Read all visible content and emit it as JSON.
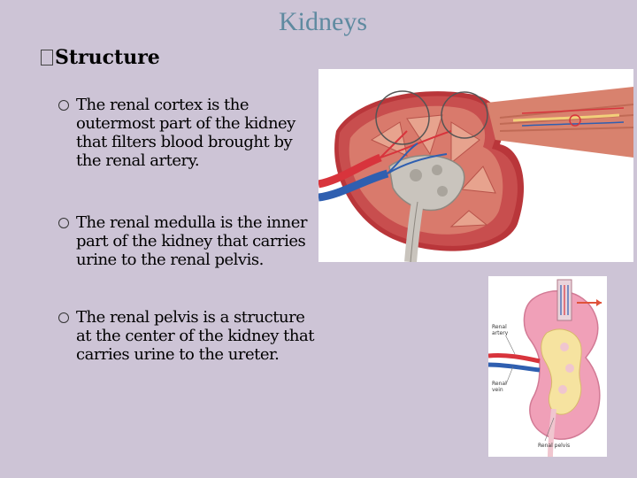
{
  "slide": {
    "title": "Kidneys",
    "heading": "Structure",
    "bullets": [
      "The renal cortex is the outermost part of the kidney that filters blood brought by the renal artery.",
      "The renal medulla is the inner part of the kidney that carries urine to the renal pelvis.",
      "The renal pelvis is a structure at the center of the kidney that carries urine to the ureter."
    ]
  },
  "diagram2": {
    "label_artery": "Renal artery",
    "label_vein": "Renal vein",
    "label_pelvis": "Renal pelvis"
  },
  "colors": {
    "background": "#cdc4d6",
    "title": "#5f8aa0",
    "artery": "#d8343c",
    "vein": "#2f5fb0",
    "cortex": "#f0a0b8",
    "medulla": "#f6e3a0"
  }
}
